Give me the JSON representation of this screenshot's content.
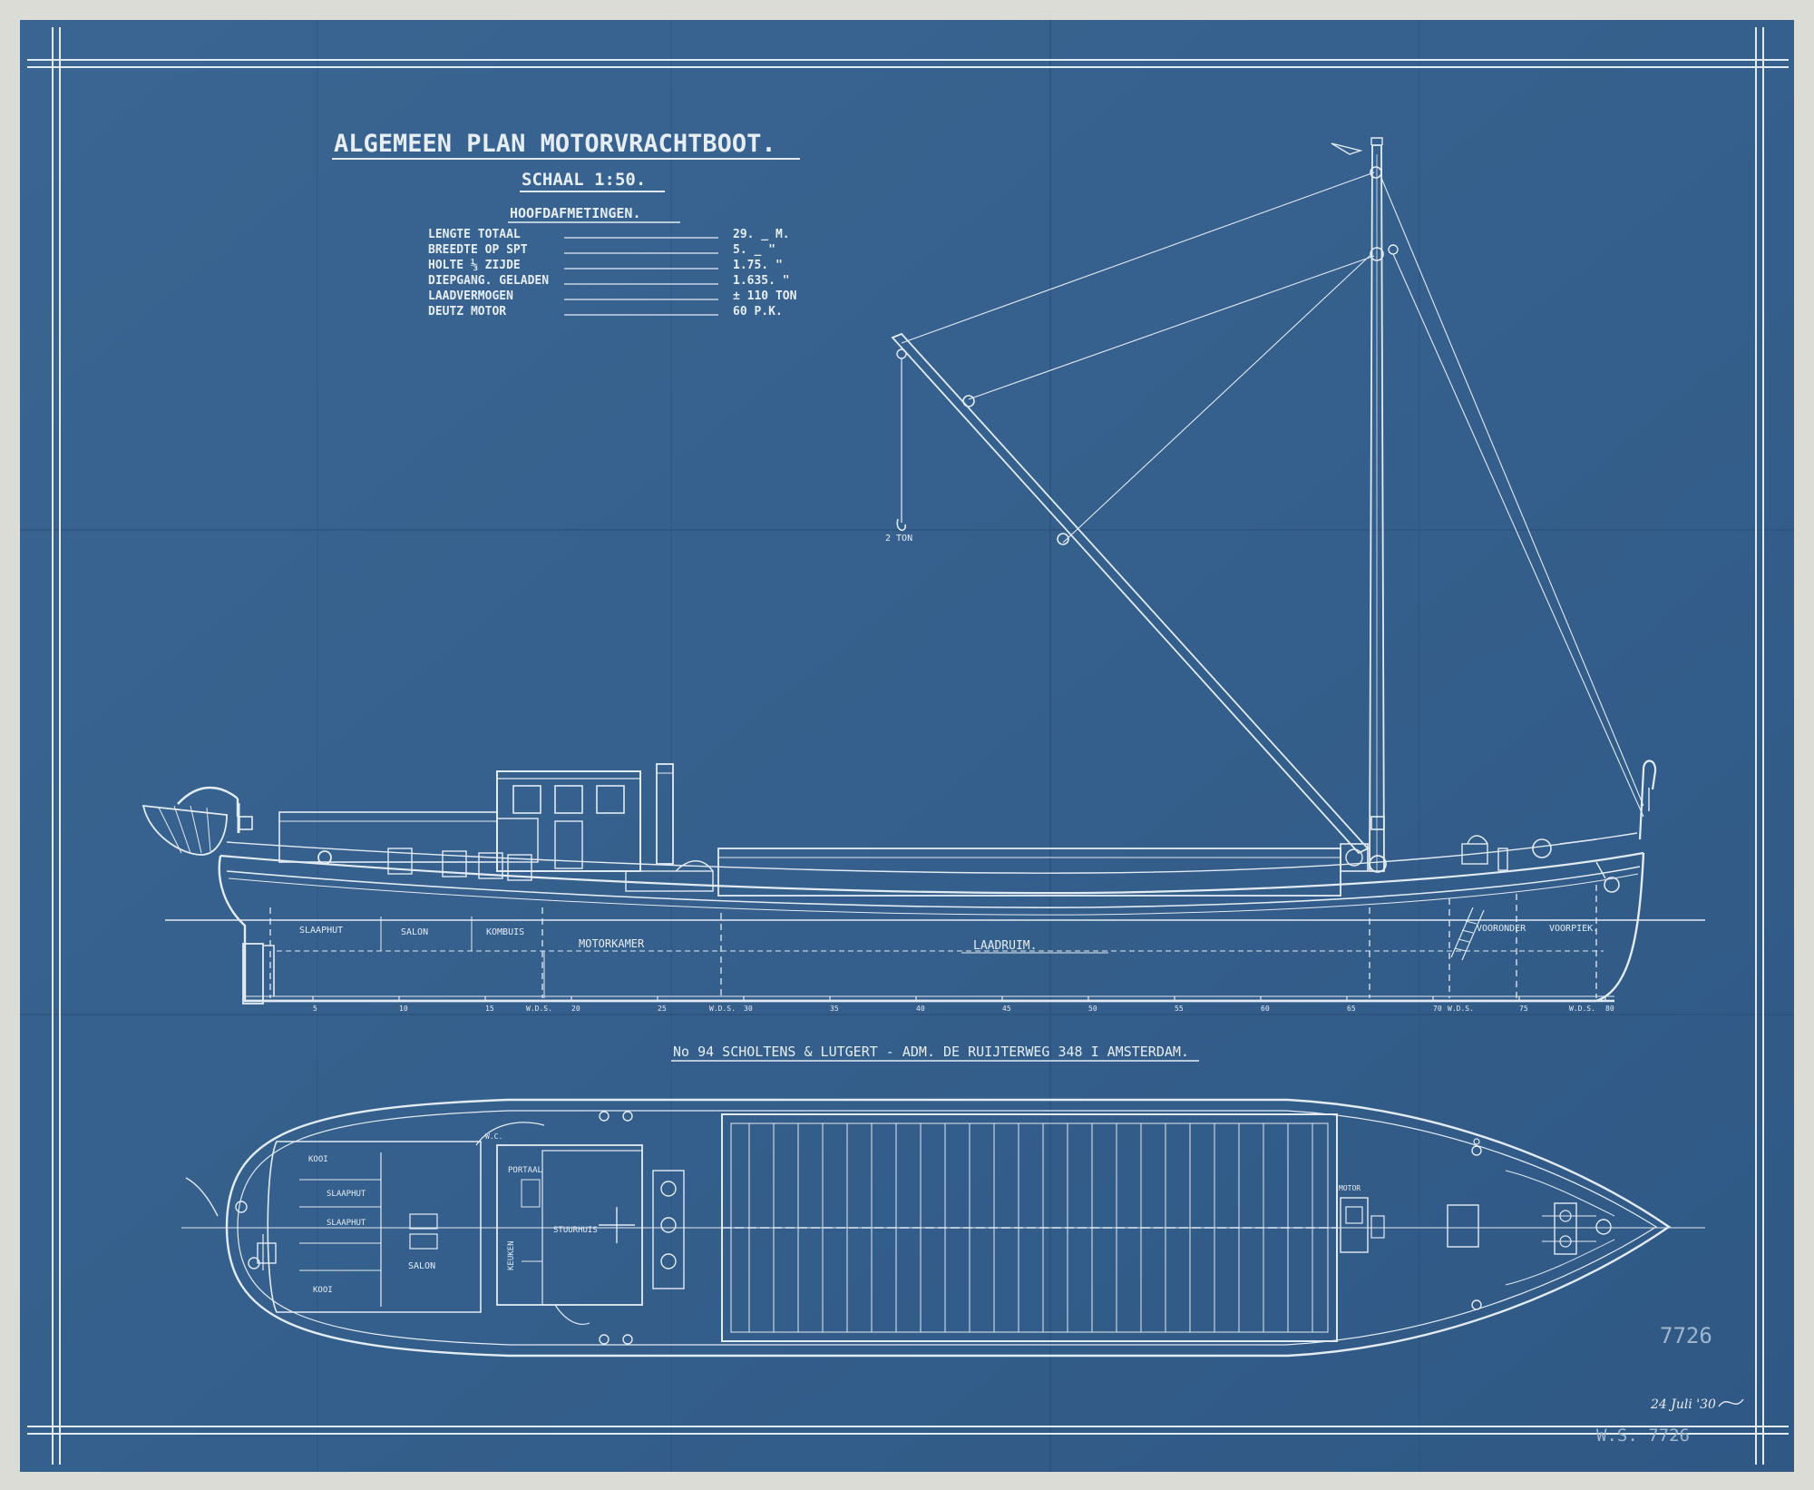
{
  "title": "ALGEMEEN PLAN MOTORVRACHTBOOT.",
  "scale": "SCHAAL 1:50.",
  "dimensions_heading": "HOOFDAFMETINGEN.",
  "dimensions": [
    {
      "label": "LENGTE TOTAAL",
      "value": "29. _ M."
    },
    {
      "label": "BREEDTE OP SPT",
      "value": "5. _ \""
    },
    {
      "label": "HOLTE ⅓ ZIJDE",
      "value": "1.75. \""
    },
    {
      "label": "DIEPGANG. GELADEN",
      "value": "1.635. \""
    },
    {
      "label": "LAADVERMOGEN",
      "value": "± 110 TON"
    },
    {
      "label": "DEUTZ MOTOR",
      "value": "60 P.K."
    }
  ],
  "hook_label": "2 TON",
  "compartments": {
    "slaaphut": "SLAAPHUT",
    "salon": "SALON",
    "kombuis": "KOMBUIS",
    "motorkamer": "MOTORKAMER",
    "laadruim": "LAADRUIM.",
    "vooronder": "VOORONDER",
    "voorpiek": "VOORPIEK."
  },
  "frame_numbers": [
    "5",
    "10",
    "15",
    "20",
    "25",
    "30",
    "35",
    "40",
    "45",
    "50",
    "55",
    "60",
    "65",
    "70",
    "75",
    "80"
  ],
  "bulkhead_labels": [
    "W.D.S.",
    "W.D.S.",
    "W.D.S.",
    "W.D.S."
  ],
  "builder_line": "No 94 SCHOLTENS & LUTGERT - ADM. DE RUIJTERWEG 348 I AMSTERDAM.",
  "plan_labels": {
    "kooi_top": "KOOI",
    "slaaphut_1": "SLAAPHUT",
    "slaaphut_2": "SLAAPHUT",
    "kooi_bottom": "KOOI",
    "salon": "SALON",
    "portaal": "PORTAAL",
    "keuken": "KEUKEN",
    "stuurhuis": "STUURHUIS",
    "wc": "W.C.",
    "motor": "MOTOR"
  },
  "archive_number": "7726",
  "signature_date": "24 Juli '30",
  "catalog_number": "W.S. 7726",
  "colors": {
    "paper": "#355f8c",
    "paper_dark": "#2c5380",
    "ink": "#e3ebf2",
    "margin": "#dcdcd6"
  }
}
